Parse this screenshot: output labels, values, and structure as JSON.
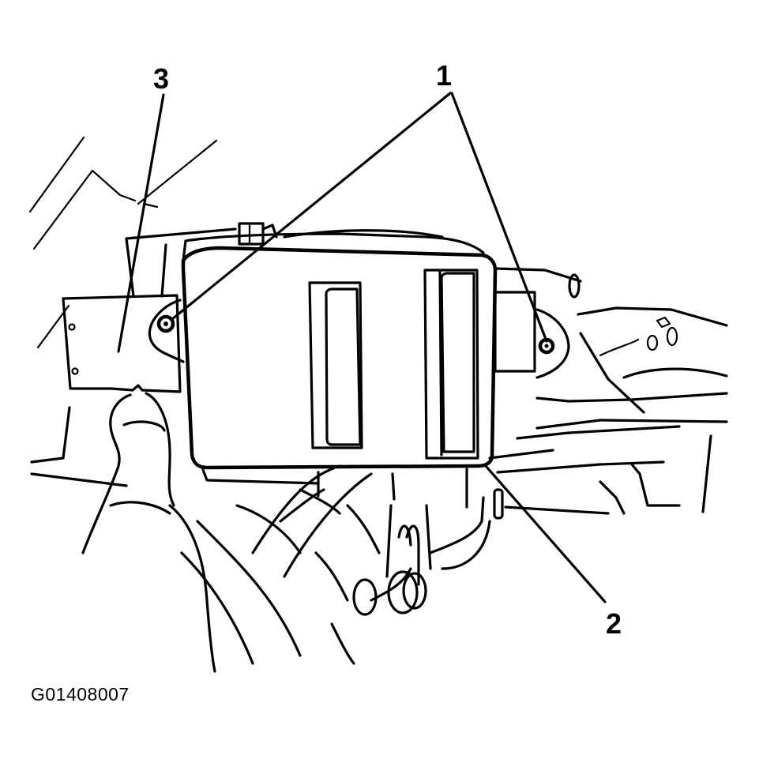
{
  "figure": {
    "id": "G01408007",
    "description": "Line illustration of a control module held by hands, mounted with two fasteners to a bracket",
    "colors": {
      "line": "#000000",
      "background": "#ffffff"
    }
  },
  "callouts": [
    {
      "number": "1",
      "label": "1",
      "target": "module mounting fasteners (two)"
    },
    {
      "number": "2",
      "label": "2",
      "target": "module"
    },
    {
      "number": "3",
      "label": "3",
      "target": "mounting bracket"
    }
  ]
}
